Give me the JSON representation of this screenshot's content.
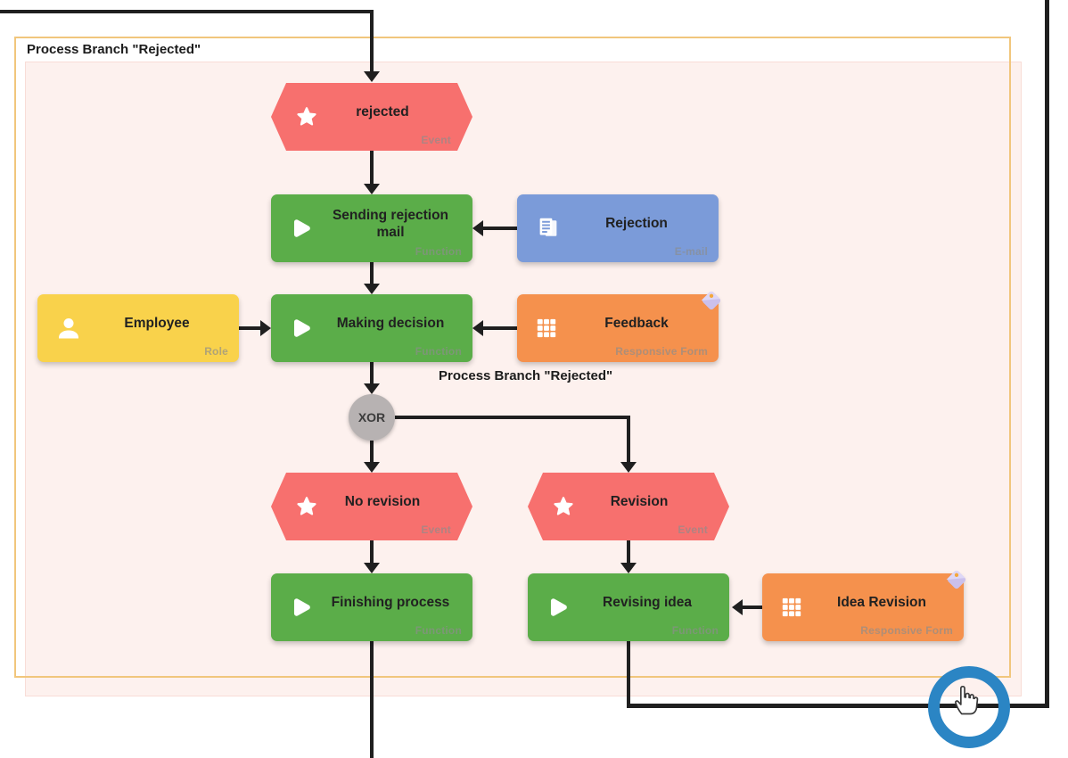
{
  "frame": {
    "label": "Process Branch \"Rejected\"",
    "mid_label": "Process Branch \"Rejected\""
  },
  "gateway": {
    "label": "XOR",
    "color": "#b7b2b2"
  },
  "nodes": {
    "rejected": {
      "label": "rejected",
      "badge": "Event",
      "icon": "star-icon",
      "color": "#f7706e"
    },
    "sending_rejection": {
      "label": "Sending rejection mail",
      "badge": "Function",
      "icon": "play-icon",
      "color": "#5bad49"
    },
    "rejection": {
      "label": "Rejection",
      "badge": "E-mail",
      "icon": "documents-icon",
      "color": "#7b9bd9"
    },
    "employee": {
      "label": "Employee",
      "badge": "Role",
      "icon": "person-icon",
      "color": "#f9d24b"
    },
    "making_decision": {
      "label": "Making decision",
      "badge": "Function",
      "icon": "play-icon",
      "color": "#5bad49"
    },
    "feedback": {
      "label": "Feedback",
      "badge": "Responsive Form",
      "icon": "grid-icon",
      "color": "#f5914d",
      "tag": "tag-icon"
    },
    "no_revision": {
      "label": "No revision",
      "badge": "Event",
      "icon": "star-icon",
      "color": "#f7706e"
    },
    "revision": {
      "label": "Revision",
      "badge": "Event",
      "icon": "star-icon",
      "color": "#f7706e"
    },
    "finishing_process": {
      "label": "Finishing process",
      "badge": "Function",
      "icon": "play-icon",
      "color": "#5bad49"
    },
    "revising_idea": {
      "label": "Revising idea",
      "badge": "Function",
      "icon": "play-icon",
      "color": "#5bad49"
    },
    "idea_revision": {
      "label": "Idea Revision",
      "badge": "Responsive Form",
      "icon": "grid-icon",
      "color": "#f5914d",
      "tag": "tag-icon"
    }
  },
  "edges": [
    "offscreen-top-left -> rejected",
    "rejected -> sending_rejection",
    "rejection -> sending_rejection",
    "sending_rejection -> making_decision",
    "employee -> making_decision",
    "feedback -> making_decision",
    "making_decision -> XOR",
    "XOR -> no_revision",
    "XOR -> revision",
    "no_revision -> finishing_process",
    "revision -> revising_idea",
    "idea_revision -> revising_idea",
    "finishing_process -> offscreen-bottom",
    "revising_idea -> offscreen-top-right"
  ],
  "colors": {
    "event": "#f7706e",
    "function": "#5bad49",
    "email": "#7b9bd9",
    "role": "#f9d24b",
    "responsive_form": "#f5914d",
    "gateway": "#b7b2b2",
    "frame_border": "#f1c67c",
    "inner_fill": "#fdf1ee",
    "edge": "#1f1f1f",
    "cursor_ring": "#2b85c4"
  },
  "cursor": {
    "type": "hand-pointer",
    "ring_color": "#2b85c4"
  }
}
